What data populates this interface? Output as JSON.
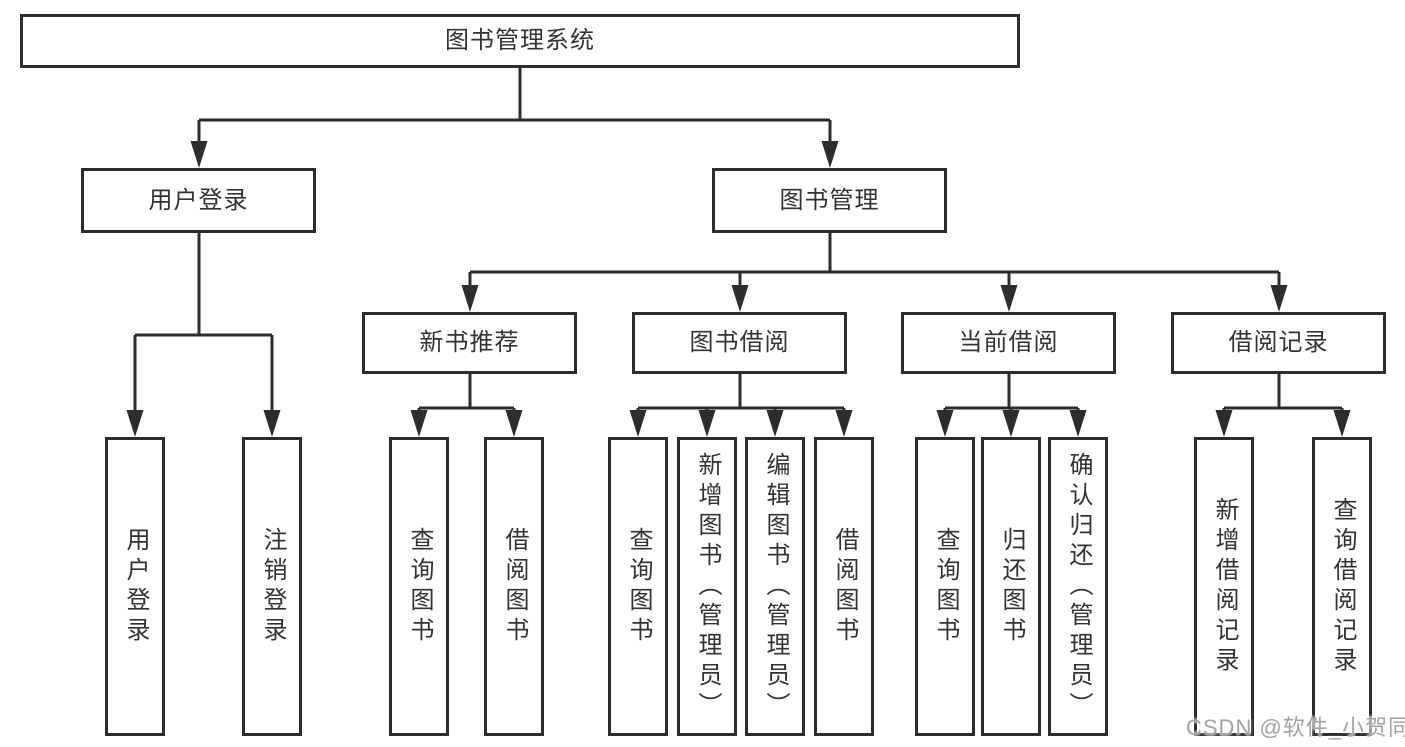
{
  "colors": {
    "line": "#2d2d2d",
    "border": "#2d2d2d",
    "text": "#333333",
    "watermark": "#a3a3a3",
    "background": "#ffffff"
  },
  "root": {
    "label": "图书管理系统"
  },
  "branches": [
    {
      "label": "用户登录",
      "children": [
        {
          "label": "用户登录"
        },
        {
          "label": "注销登录"
        }
      ]
    },
    {
      "label": "图书管理",
      "children": [
        {
          "label": "新书推荐",
          "children": [
            {
              "label": "查询图书"
            },
            {
              "label": "借阅图书"
            }
          ]
        },
        {
          "label": "图书借阅",
          "children": [
            {
              "label": "查询图书"
            },
            {
              "label": "新增图书（管理员）"
            },
            {
              "label": "编辑图书（管理员）"
            },
            {
              "label": "借阅图书"
            }
          ]
        },
        {
          "label": "当前借阅",
          "children": [
            {
              "label": "查询图书"
            },
            {
              "label": "归还图书"
            },
            {
              "label": "确认归还（管理员）"
            }
          ]
        },
        {
          "label": "借阅记录",
          "children": [
            {
              "label": "新增借阅记录"
            },
            {
              "label": "查询借阅记录"
            }
          ]
        }
      ]
    }
  ],
  "watermark": {
    "text": "CSDN @软件_小贺同学"
  }
}
